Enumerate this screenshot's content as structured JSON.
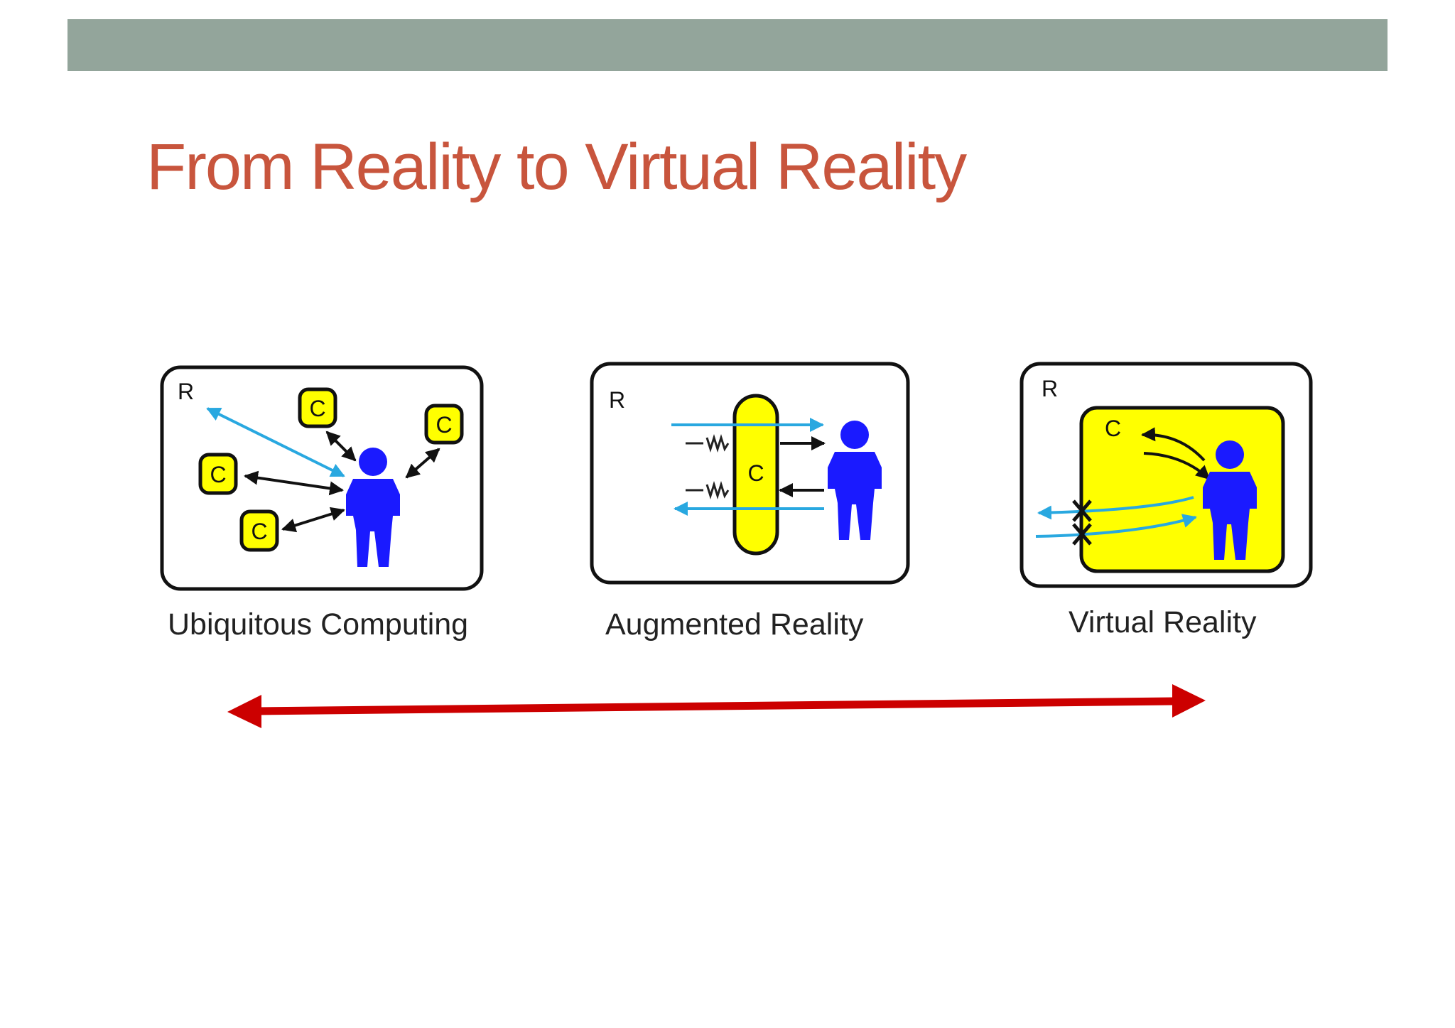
{
  "slide": {
    "title": "From Reality to Virtual Reality"
  },
  "colors": {
    "header_bar": "#93a59b",
    "title": "#c8553d",
    "person": "#1a1aff",
    "computer_box": "#ffff00",
    "real_arrow": "#29a8e0",
    "spectrum_arrow": "#cc0000"
  },
  "panels": [
    {
      "caption": "Ubiquitous Computing",
      "reality_label": "R",
      "computer_label": "C"
    },
    {
      "caption": "Augmented Reality",
      "reality_label": "R",
      "computer_label": "C"
    },
    {
      "caption": "Virtual Reality",
      "reality_label": "R",
      "computer_label": "C"
    }
  ]
}
